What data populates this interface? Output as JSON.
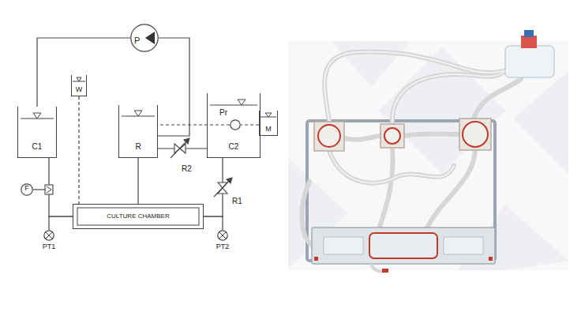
{
  "diagram": {
    "nodes": [
      {
        "text": [
          "P"
        ]
      },
      {
        "text": [
          "W"
        ]
      },
      {
        "text": [
          "C1"
        ]
      },
      {
        "text": [
          "R"
        ]
      },
      {
        "text": [
          "C2"
        ]
      },
      {
        "text": [
          "Pr"
        ]
      },
      {
        "text": [
          "M"
        ]
      },
      {
        "text": [
          "F"
        ]
      },
      {
        "text": [
          "CULTURE CHAMBER"
        ]
      },
      {
        "text": [
          "PT1"
        ]
      },
      {
        "text": [
          "PT2"
        ]
      }
    ],
    "edges": [
      {
        "from": 2,
        "to": 0,
        "arrow": "none"
      },
      {
        "from": 0,
        "to": 3,
        "arrow": "none"
      },
      {
        "from": 3,
        "to": 4,
        "arrow": "none"
      },
      {
        "from": 3,
        "to": 8,
        "arrow": "none"
      },
      {
        "from": 1,
        "to": 8,
        "arrow": "none"
      },
      {
        "from": 2,
        "to": 8,
        "arrow": "none"
      },
      {
        "from": 8,
        "to": 4,
        "arrow": "none"
      },
      {
        "from": 8,
        "to": 9,
        "arrow": "none"
      },
      {
        "from": 8,
        "to": 10,
        "arrow": "none"
      },
      {
        "from": 6,
        "to": 5,
        "arrow": "none"
      },
      {
        "from": 5,
        "to": 3,
        "arrow": "none"
      }
    ],
    "labels": [
      "R1",
      "R2"
    ]
  }
}
